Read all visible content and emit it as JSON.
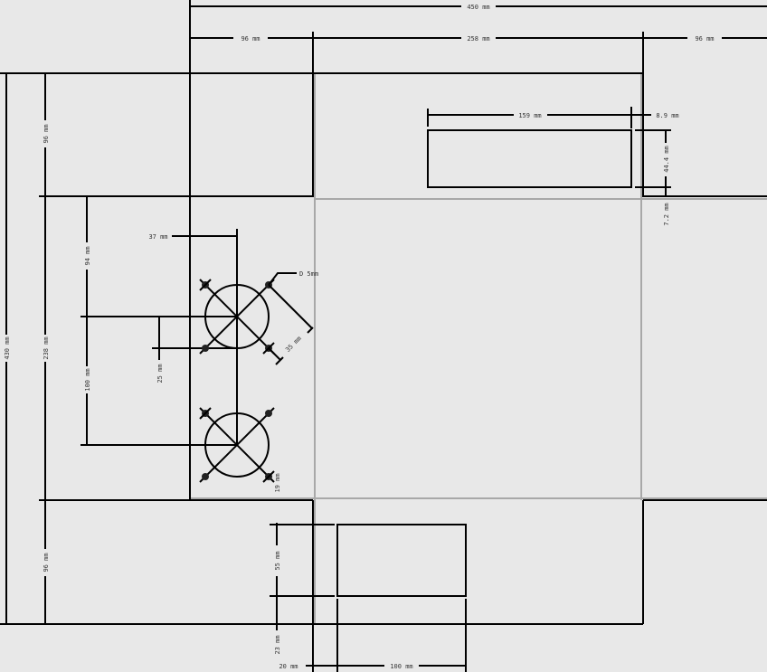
{
  "dimensions": {
    "total_width": "450 mm",
    "left_flap_width": "96 mm",
    "center_width": "258 mm",
    "right_flap_width": "96 mm",
    "top_rect_width": "159 mm",
    "top_rect_offset": "8.9 mm",
    "top_rect_height": "44.4 mm",
    "top_rect_gap": "7.2 mm",
    "top_flap_height": "96 mm",
    "total_height": "430 mm",
    "center_height": "238 mm",
    "bottom_flap_height": "96 mm",
    "hole1_offset": "94 mm",
    "hole_spacing": "100 mm",
    "hole_x_offset": "37 mm",
    "screw_diameter": "D 5mm",
    "screw_spacing": "35 mm",
    "hole_radius": "25 mm",
    "hole_bottom_margin": "19 mm",
    "bottom_rect_height": "55 mm",
    "bottom_rect_offset": "23 mm",
    "bottom_rect_x_offset": "20 mm",
    "bottom_rect_width": "100 mm"
  }
}
